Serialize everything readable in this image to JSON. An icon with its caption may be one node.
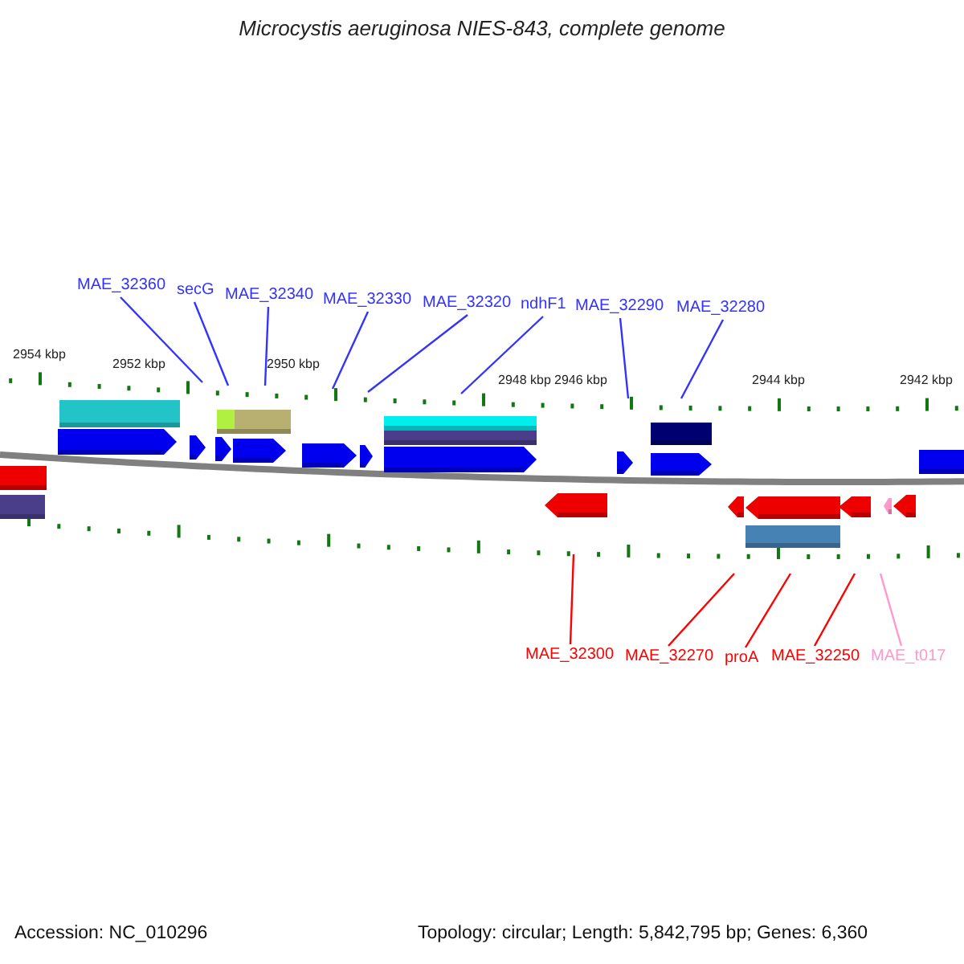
{
  "diagram": {
    "title": "Microcystis aeruginosa NIES-843, complete genome",
    "nodes": [
      {
        "text": [
          "MAE_32360"
        ]
      },
      {
        "text": [
          "secG"
        ]
      },
      {
        "text": [
          "MAE_32340"
        ]
      },
      {
        "text": [
          "MAE_32330"
        ]
      },
      {
        "text": [
          "MAE_32320"
        ]
      },
      {
        "text": [
          "ndhF1"
        ]
      },
      {
        "text": [
          "MAE_32290"
        ]
      },
      {
        "text": [
          "MAE_32280"
        ]
      },
      {
        "text": [
          "MAE_32300"
        ]
      },
      {
        "text": [
          "MAE_32270"
        ]
      },
      {
        "text": [
          "proA"
        ]
      },
      {
        "text": [
          "MAE_32250"
        ]
      },
      {
        "text": [
          "MAE_t017"
        ]
      }
    ],
    "edges": [
      {
        "from": 0,
        "to": null,
        "arrow": "none"
      },
      {
        "from": 1,
        "to": null,
        "arrow": "none"
      },
      {
        "from": 2,
        "to": null,
        "arrow": "none"
      },
      {
        "from": 3,
        "to": null,
        "arrow": "none"
      },
      {
        "from": 4,
        "to": null,
        "arrow": "none"
      },
      {
        "from": 5,
        "to": null,
        "arrow": "none"
      },
      {
        "from": 6,
        "to": null,
        "arrow": "none"
      },
      {
        "from": 7,
        "to": null,
        "arrow": "none"
      },
      {
        "from": 8,
        "to": null,
        "arrow": "none",
        "color": "#ff0000"
      },
      {
        "from": 9,
        "to": null,
        "arrow": "none",
        "color": "#ff0000"
      },
      {
        "from": 10,
        "to": null,
        "arrow": "none",
        "color": "#ff0000"
      },
      {
        "from": 11,
        "to": null,
        "arrow": "none",
        "color": "#ff0000"
      },
      {
        "from": 12,
        "to": null,
        "arrow": "none",
        "color": "#ff99cc"
      }
    ],
    "labels": [
      "2954 kbp",
      "2952 kbp",
      "2950 kbp",
      "2948 kbp",
      "2946 kbp",
      "2944 kbp",
      "2942 kbp",
      "Accession: NC_010296",
      "Topology: circular; Length: 5,842,795 bp; Genes: 6,360"
    ]
  }
}
